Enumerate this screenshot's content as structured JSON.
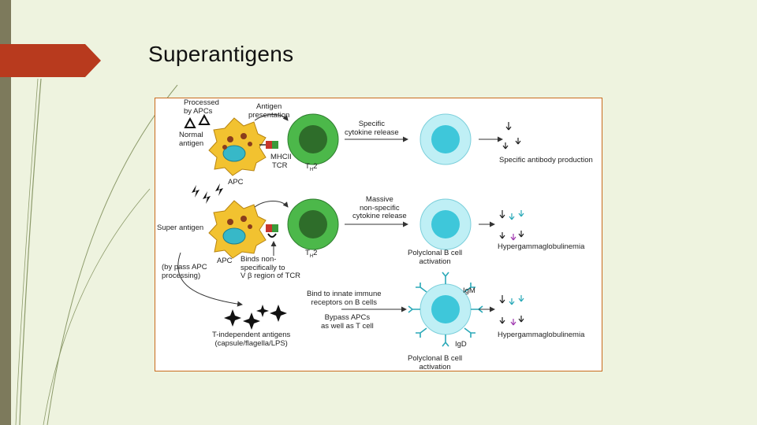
{
  "slide": {
    "title": "Superantigens"
  },
  "theme": {
    "accent_tab": "#b83a1e",
    "left_bar": "#7d7a5c",
    "background": "#eef3df",
    "figure_border": "#c86a1c"
  },
  "diagram": {
    "row1": {
      "processed_by_apcs": "Processed\nby APCs",
      "normal_antigen": "Normal\nantigen",
      "antigen_presentation": "Antigen\npresentation",
      "mhcii": "MHCII",
      "tcr": "TCR",
      "th2_main": "T",
      "th2_sub": "H",
      "th2_suffix": "2",
      "specific_cytokine_release": "Specific\ncytokine release",
      "specific_antibody_production": "Specific antibody production"
    },
    "row2": {
      "apc": "APC",
      "super_antigen": "Super antigen",
      "apc_label": "APC",
      "bypass_apc": "(by pass APC\nprocessing)",
      "th2_main": "T",
      "th2_sub": "H",
      "th2_suffix": "2",
      "binds_nonspecifically": "Binds non-\nspecifically to\nV β region of TCR",
      "massive_cytokine_release": "Massive\nnon-specific\ncytokine release",
      "polyclonal_b_cell_activation": "Polyclonal B cell\nactivation",
      "hypergammaglobulinemia": "Hypergammaglobulinemia"
    },
    "row3": {
      "t_independent_antigens": "T-independent antigens\n(capsule/flagella/LPS)",
      "bind_innate_receptors": "Bind to innate immune\nreceptors on B cells",
      "bypass_apcs_t_cell": "Bypass APCs\nas well as T cell",
      "igm": "IgM",
      "igd": "IgD",
      "polyclonal_b_cell_activation": "Polyclonal B cell\nactivation",
      "hypergammaglobulinemia": "Hypergammaglobulinemia"
    }
  }
}
